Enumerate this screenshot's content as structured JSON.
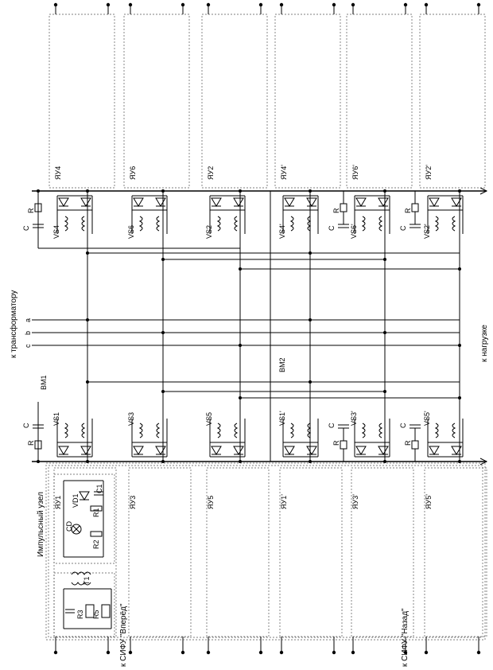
{
  "labels": {
    "pulse_node": "Импульсный узел",
    "to_transformer": "к трансформатору",
    "phases": [
      "a",
      "b",
      "c"
    ],
    "to_load": "к нагрузке",
    "fwd": "к СИФУ \"Вперёд\"",
    "bwd": "к СИФУ \"Назад\"",
    "bm1": "ВМ1",
    "bm2": "ВМ2"
  },
  "top_modules": [
    {
      "yu": "ЯУ4",
      "vs": "VS4"
    },
    {
      "yu": "ЯУ6",
      "vs": "VS6"
    },
    {
      "yu": "ЯУ2",
      "vs": "VS2"
    },
    {
      "yu": "ЯУ4'",
      "vs": "VS4'"
    },
    {
      "yu": "ЯУ6'",
      "vs": "VS6'"
    },
    {
      "yu": "ЯУ2'",
      "vs": "VS2'"
    }
  ],
  "bottom_modules": [
    {
      "yu": "ЯУ1",
      "vs": "VS1"
    },
    {
      "yu": "ЯУ3",
      "vs": "VS3"
    },
    {
      "yu": "ЯУ5",
      "vs": "VS5"
    },
    {
      "yu": "ЯУ1'",
      "vs": "VS1'"
    },
    {
      "yu": "ЯУ3'",
      "vs": "VS3'"
    },
    {
      "yu": "ЯУ5'",
      "vs": "VS5'"
    }
  ],
  "rc": {
    "r": "R",
    "c": "C"
  },
  "pulse_parts": {
    "vd1": "VD1",
    "c1": "C1",
    "r1": "R1",
    "cd": "CD",
    "r2": "R2",
    "t1": "T1",
    "r3": "R3",
    "r5": "R5"
  }
}
